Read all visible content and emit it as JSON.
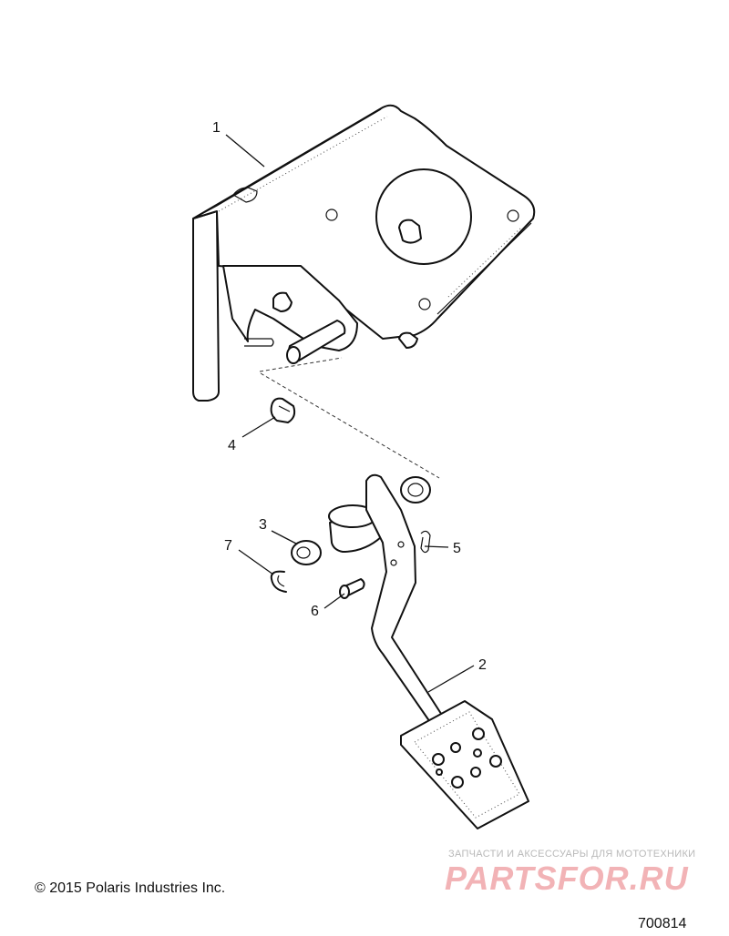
{
  "callouts": [
    {
      "id": "1",
      "label": "1"
    },
    {
      "id": "2",
      "label": "2"
    },
    {
      "id": "3",
      "label": "3"
    },
    {
      "id": "4",
      "label": "4"
    },
    {
      "id": "5",
      "label": "5"
    },
    {
      "id": "6",
      "label": "6"
    },
    {
      "id": "7",
      "label": "7"
    }
  ],
  "footer": {
    "copyright": "© 2015 Polaris Industries Inc.",
    "drawing_number": "700814"
  },
  "watermark": {
    "tagline": "ЗАПЧАСТИ И АКСЕССУАРЫ ДЛЯ МОТОТЕХНИКИ",
    "logo": "PARTSFOR.RU"
  }
}
